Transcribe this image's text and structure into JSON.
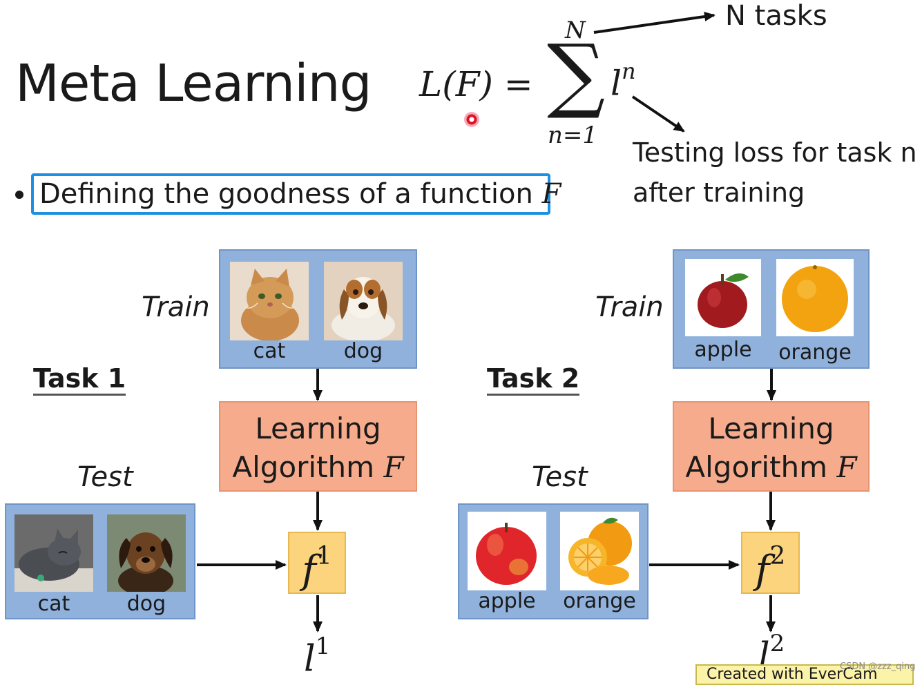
{
  "title": "Meta Learning",
  "formula": {
    "lhs": "L(F) =",
    "sum_symbol": "∑",
    "upper_limit": "N",
    "lower_limit": "n=1",
    "term": "l",
    "term_sup": "n"
  },
  "annotations": {
    "n_tasks": "N tasks",
    "testing_loss": "Testing loss for task n after training"
  },
  "bullet": {
    "text": "Defining the goodness of a function ",
    "math": "F"
  },
  "task1": {
    "label": "Task 1",
    "train_label": "Train",
    "train_items": [
      {
        "caption": "cat",
        "icon": "cat-photo"
      },
      {
        "caption": "dog",
        "icon": "dog-photo"
      }
    ],
    "algorithm_line1": "Learning",
    "algorithm_line2": "Algorithm ",
    "algorithm_math": "F",
    "test_label": "Test",
    "test_items": [
      {
        "caption": "cat",
        "icon": "cat-photo"
      },
      {
        "caption": "dog",
        "icon": "dog-photo"
      }
    ],
    "function_base": "f",
    "function_sup": "1",
    "loss_base": "l",
    "loss_sup": "1"
  },
  "task2": {
    "label": "Task 2",
    "train_label": "Train",
    "train_items": [
      {
        "caption": "apple",
        "icon": "apple-photo"
      },
      {
        "caption": "orange",
        "icon": "orange-photo"
      }
    ],
    "algorithm_line1": "Learning",
    "algorithm_line2": "Algorithm ",
    "algorithm_math": "F",
    "test_label": "Test",
    "test_items": [
      {
        "caption": "apple",
        "icon": "apple-photo"
      },
      {
        "caption": "orange",
        "icon": "orange-photo"
      }
    ],
    "function_base": "f",
    "function_sup": "2",
    "loss_base": "l",
    "loss_sup": "2"
  },
  "footer": {
    "evercam_text": "Created with EverCam",
    "csdn_watermark": "CSDN @zzz_qing"
  },
  "colors": {
    "panel_blue": "#8fb1db",
    "algorithm_orange": "#f6ac8c",
    "function_yellow": "#fcd47e",
    "highlight_border": "#1e90e0",
    "pointer_red": "#e0102a"
  }
}
